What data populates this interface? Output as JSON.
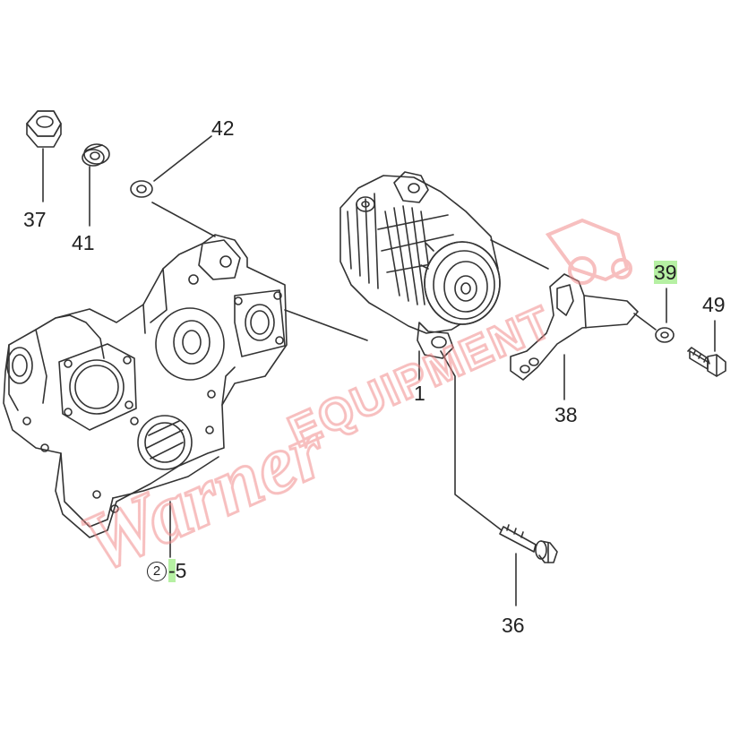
{
  "callouts": {
    "p1": "1",
    "p5_circle": "2",
    "p5_dash": "-",
    "p5": "5",
    "p36": "36",
    "p37": "37",
    "p38": "38",
    "p39": "39",
    "p41": "41",
    "p42": "42",
    "p49": "49"
  },
  "watermark": {
    "text": "Warner EQUIPMENT",
    "color": "#f08a8a"
  },
  "colors": {
    "line": "#333333",
    "highlight": "#b6f0a3",
    "watermark": "#f08a8a"
  }
}
